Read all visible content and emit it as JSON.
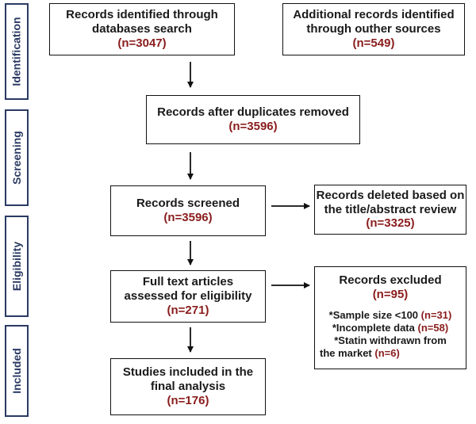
{
  "phases": {
    "identification": "Identification",
    "screening": "Screening",
    "eligibility": "Eligibility",
    "included": "Included"
  },
  "boxes": {
    "db_search": {
      "line1": "Records identified through",
      "line2": "databases search",
      "n": "(n=3047)"
    },
    "other_sources": {
      "line1": "Additional records identified",
      "line2": "through outher sources",
      "n": "(n=549)"
    },
    "duplicates_removed": {
      "line1": "Records after duplicates removed",
      "n": "(n=3596)"
    },
    "screened": {
      "line1": "Records screened",
      "n": "(n=3596)"
    },
    "deleted": {
      "line1": "Records deleted based on",
      "line2": "the title/abstract review",
      "n": "(n=3325)"
    },
    "full_text": {
      "line1": "Full text articles",
      "line2": "assessed for eligibility",
      "n": "(n=271)"
    },
    "excluded": {
      "title": "Records excluded",
      "n": "(n=95)",
      "item1_text": "*Sample size <100",
      "item1_n": "(n=31)",
      "item2_text": "*Incomplete data",
      "item2_n": "(n=58)",
      "item3_text": "*Statin withdrawn from",
      "item3_text2": "the market",
      "item3_n": "(n=6)"
    },
    "included": {
      "line1": "Studies included in the",
      "line2": "final analysis",
      "n": "(n=176)"
    }
  },
  "colors": {
    "count": "#8a1c1c",
    "phase_border": "#2a3a63",
    "box_border": "#111111"
  }
}
